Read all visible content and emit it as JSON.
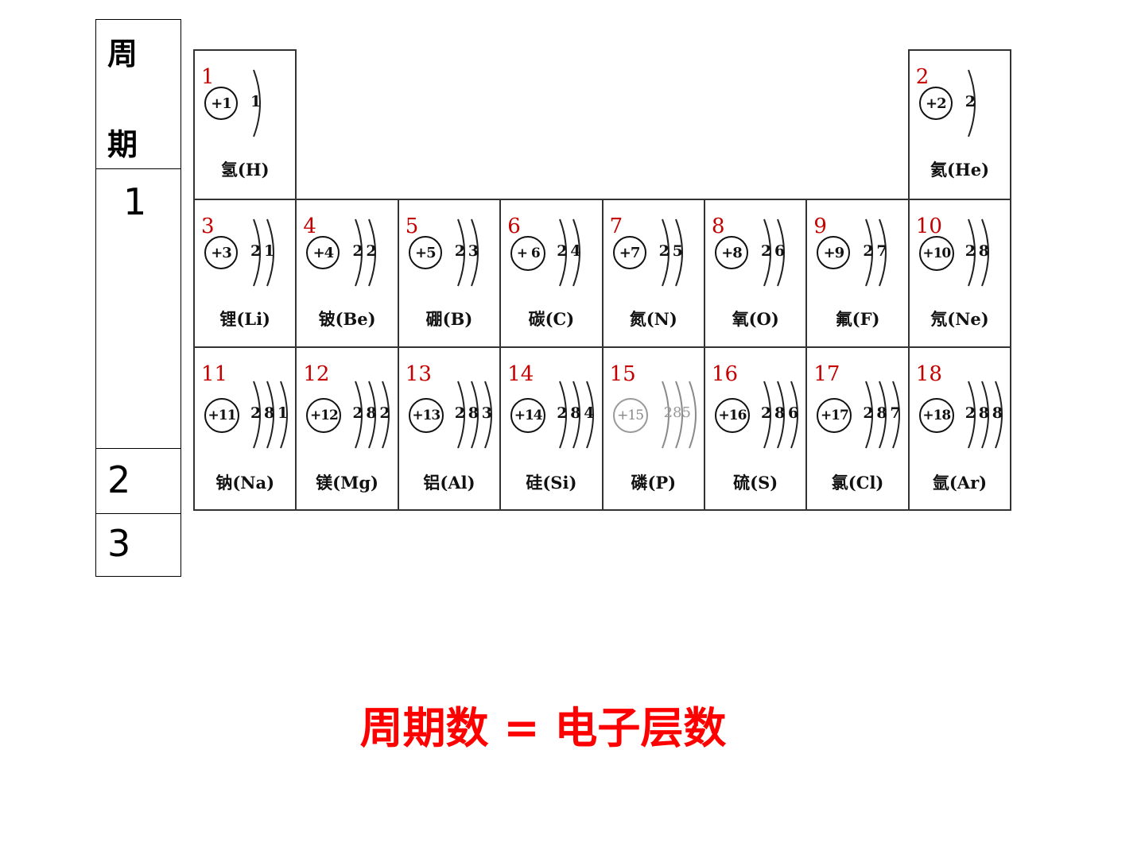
{
  "period_column": {
    "header_chars": [
      "周",
      "期"
    ],
    "periods": [
      "1",
      "2",
      "3"
    ]
  },
  "elements": [
    {
      "num": "1",
      "nucleus": "+1",
      "electrons": [
        "1"
      ],
      "name": "氢(H)",
      "row": 1,
      "col": 1
    },
    {
      "num": "2",
      "nucleus": "+2",
      "electrons": [
        "2"
      ],
      "name": "氦(He)",
      "row": 1,
      "col": 8
    },
    {
      "num": "3",
      "nucleus": "+3",
      "electrons": [
        "2",
        "1"
      ],
      "name": "锂(Li)",
      "row": 2,
      "col": 1
    },
    {
      "num": "4",
      "nucleus": "+4",
      "electrons": [
        "2",
        "2"
      ],
      "name": "铍(Be)",
      "row": 2,
      "col": 2
    },
    {
      "num": "5",
      "nucleus": "+5",
      "electrons": [
        "2",
        "3"
      ],
      "name": "硼(B)",
      "row": 2,
      "col": 3
    },
    {
      "num": "6",
      "nucleus": "+ 6",
      "electrons": [
        "2",
        "4"
      ],
      "name": "碳(C)",
      "row": 2,
      "col": 4
    },
    {
      "num": "7",
      "nucleus": "+7",
      "electrons": [
        "2",
        "5"
      ],
      "name": "氮(N)",
      "row": 2,
      "col": 5
    },
    {
      "num": "8",
      "nucleus": "+8",
      "electrons": [
        "2",
        "6"
      ],
      "name": "氧(O)",
      "row": 2,
      "col": 6
    },
    {
      "num": "9",
      "nucleus": "+9",
      "electrons": [
        "2",
        "7"
      ],
      "name": "氟(F)",
      "row": 2,
      "col": 7
    },
    {
      "num": "10",
      "nucleus": "+10",
      "electrons": [
        "2",
        "8"
      ],
      "name": "氖(Ne)",
      "row": 2,
      "col": 8
    },
    {
      "num": "11",
      "nucleus": "+11",
      "electrons": [
        "2",
        "8",
        "1"
      ],
      "name": "钠(Na)",
      "row": 3,
      "col": 1
    },
    {
      "num": "12",
      "nucleus": "+12",
      "electrons": [
        "2",
        "8",
        "2"
      ],
      "name": "镁(Mg)",
      "row": 3,
      "col": 2
    },
    {
      "num": "13",
      "nucleus": "+13",
      "electrons": [
        "2",
        "8",
        "3"
      ],
      "name": "铝(Al)",
      "row": 3,
      "col": 3
    },
    {
      "num": "14",
      "nucleus": "+14",
      "electrons": [
        "2",
        "8",
        "4"
      ],
      "name": "硅(Si)",
      "row": 3,
      "col": 4
    },
    {
      "num": "15",
      "nucleus": "+15",
      "electrons": [
        "285"
      ],
      "name": "磷(P)",
      "row": 3,
      "col": 5,
      "faded": true
    },
    {
      "num": "16",
      "nucleus": "+16",
      "electrons": [
        "2",
        "8",
        "6"
      ],
      "name": "硫(S)",
      "row": 3,
      "col": 6
    },
    {
      "num": "17",
      "nucleus": "+17",
      "electrons": [
        "2",
        "8",
        "7"
      ],
      "name": "氯(Cl)",
      "row": 3,
      "col": 7
    },
    {
      "num": "18",
      "nucleus": "+18",
      "electrons": [
        "2",
        "8",
        "8"
      ],
      "name": "氩(Ar)",
      "row": 3,
      "col": 8
    }
  ],
  "conclusion": "周期数 = 电子层数"
}
